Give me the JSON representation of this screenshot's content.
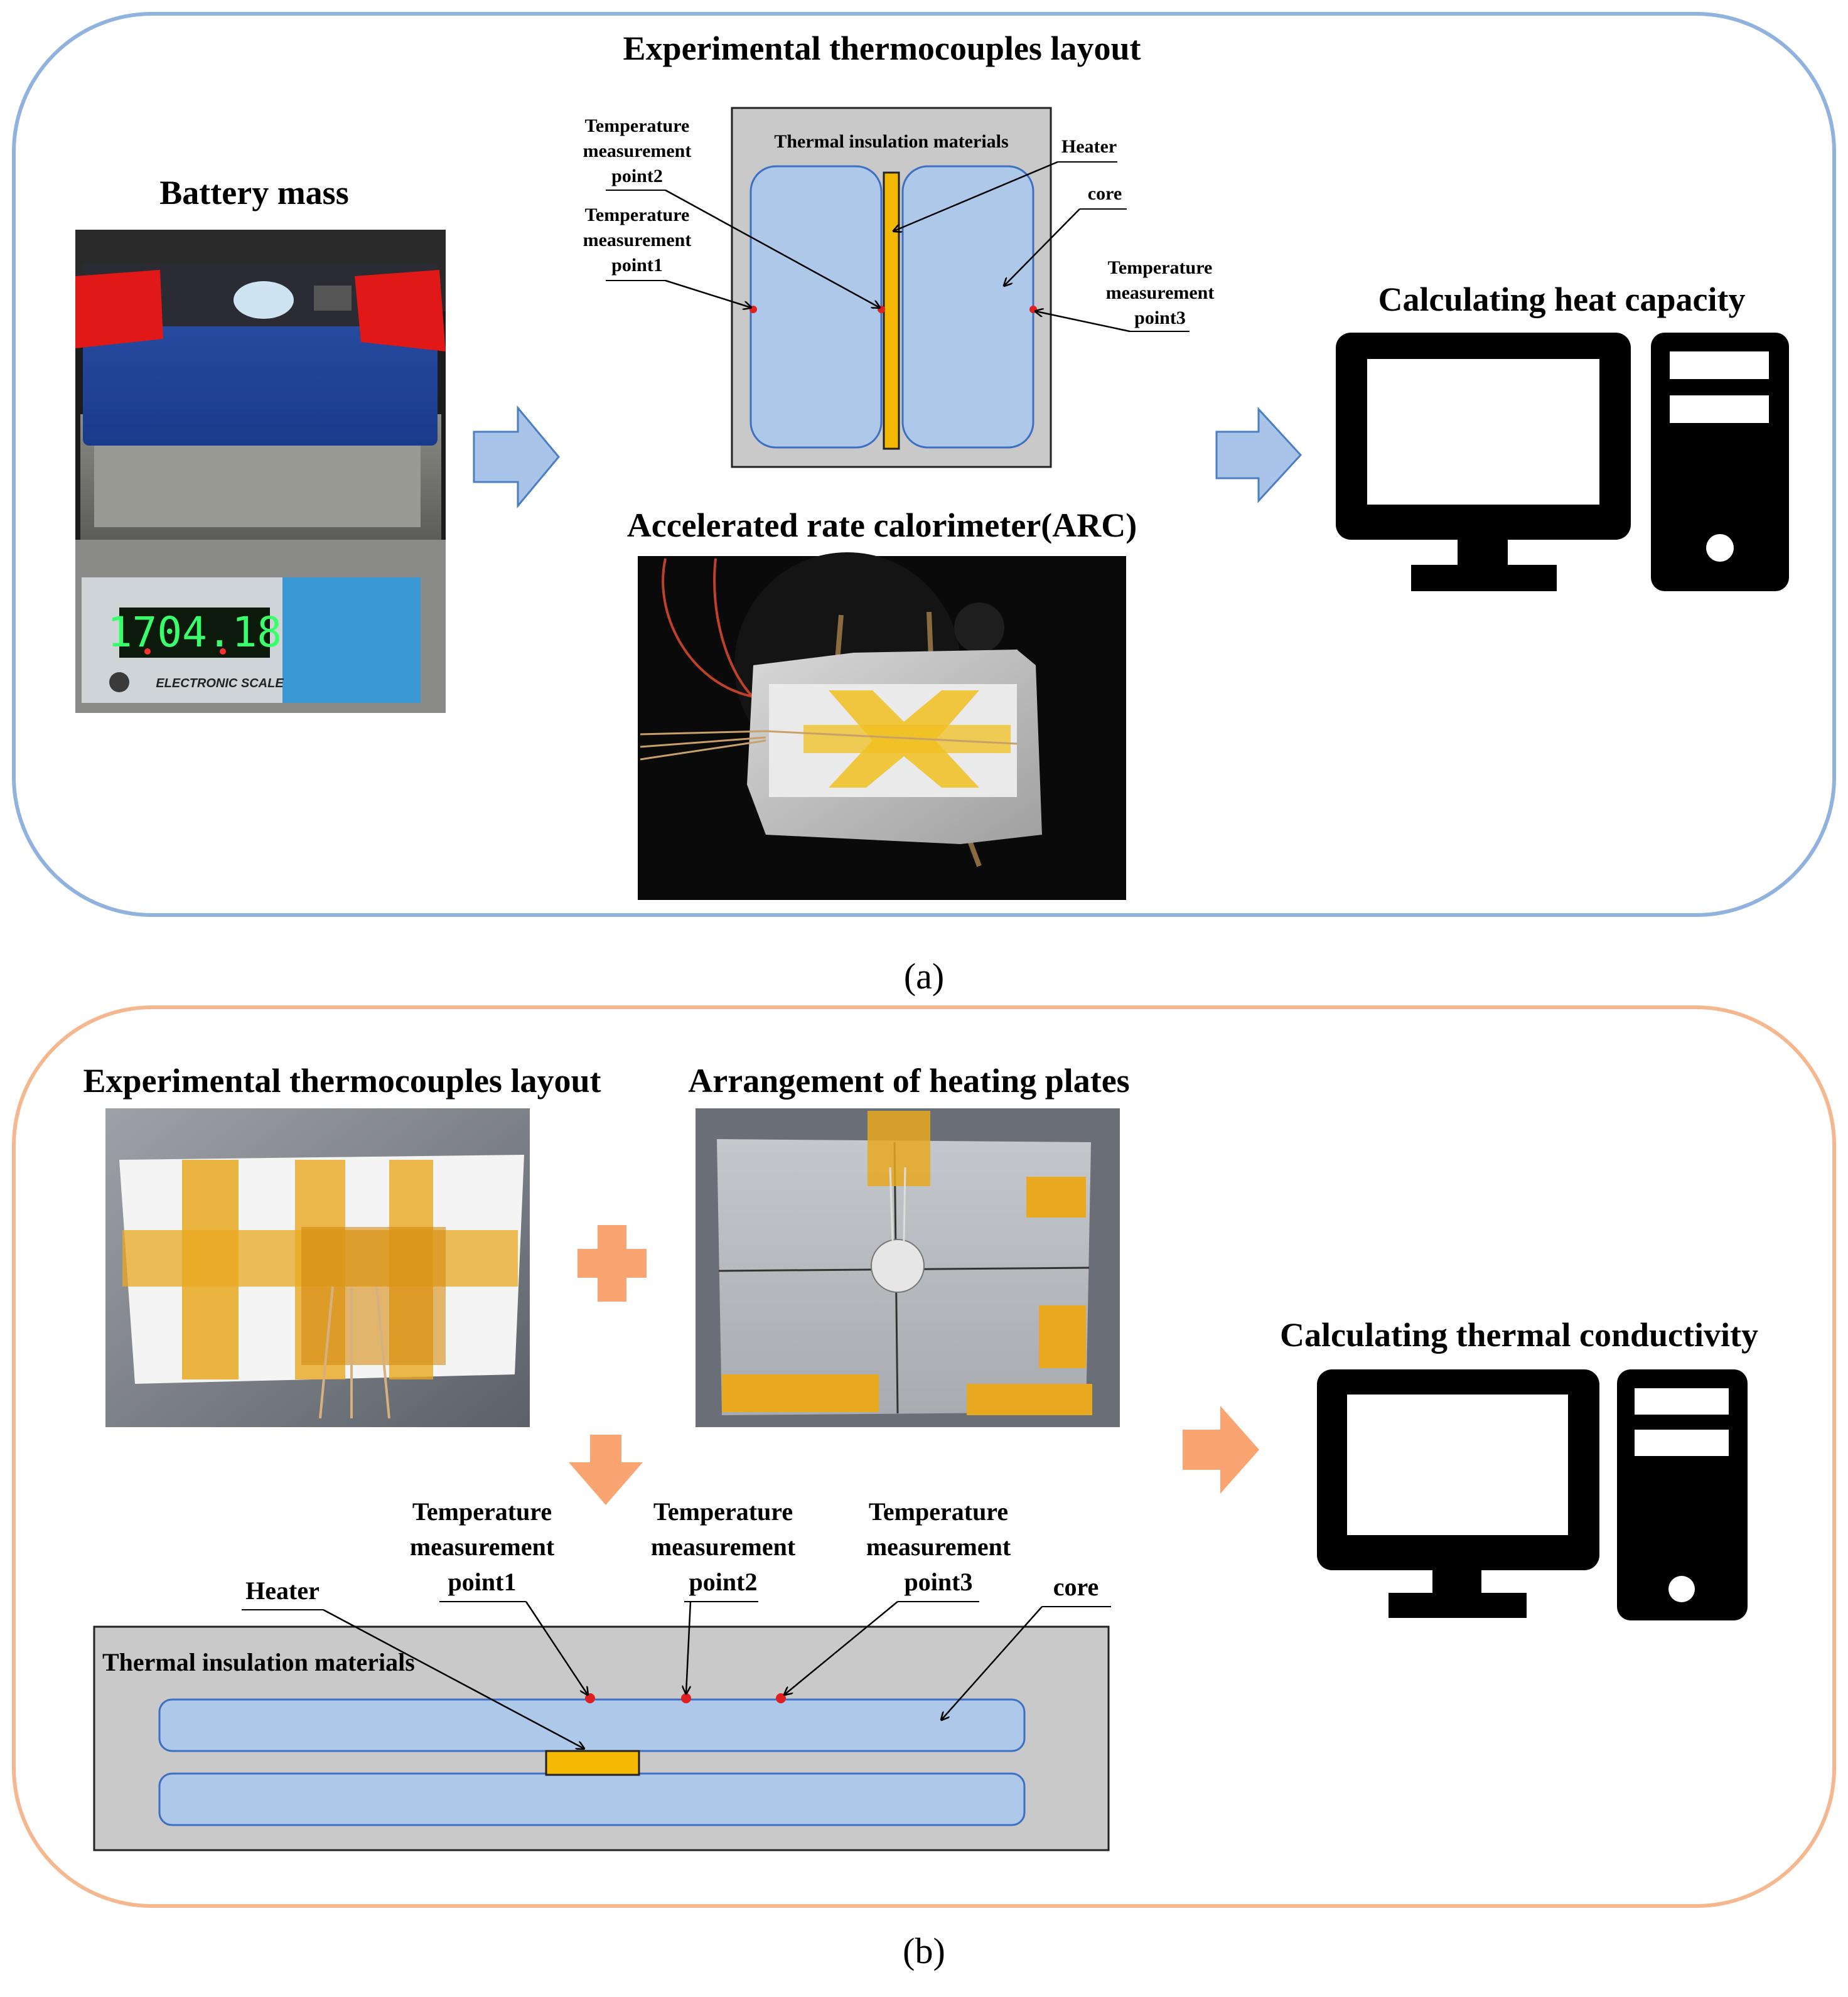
{
  "panel_a": {
    "caption": "(a)",
    "battery_mass_title": "Battery mass",
    "scale_display": "1704.18",
    "scale_brand": "ELECTRONIC SCALE",
    "layout_title": "Experimental thermocouples layout",
    "insulation_label": "Thermal insulation materials",
    "heater_label": "Heater",
    "core_label": "core",
    "tp2": [
      "Temperature",
      "measurement",
      "point2"
    ],
    "tp1": [
      "Temperature",
      "measurement",
      "point1"
    ],
    "tp3": [
      "Temperature",
      "measurement",
      "point3"
    ],
    "arc_title": "Accelerated rate calorimeter(ARC)",
    "result_title": "Calculating heat capacity"
  },
  "panel_b": {
    "caption": "(b)",
    "layout_title": "Experimental thermocouples layout",
    "plates_title": "Arrangement of heating plates",
    "result_title": "Calculating thermal conductivity",
    "heater_label": "Heater",
    "core_label": "core",
    "insulation_label": "Thermal insulation materials",
    "tp1": [
      "Temperature",
      "measurement",
      "point1"
    ],
    "tp2": [
      "Temperature",
      "measurement",
      "point2"
    ],
    "tp3": [
      "Temperature",
      "measurement",
      "point3"
    ]
  },
  "colors": {
    "panel_a_border": "#8fb2de",
    "panel_b_border": "#f5b78e",
    "arrow_blue_fill": "#a9c4e8",
    "arrow_blue_stroke": "#4a7fc1",
    "arrow_orange": "#f9a471",
    "core_fill": "#aec8ea",
    "core_stroke": "#3d6fc4",
    "insulation_fill": "#c9c9c9",
    "heater_fill": "#f5b800",
    "point_red": "#e02020"
  },
  "icons": [
    "computer-monitor-icon",
    "computer-tower-icon",
    "plus-icon"
  ]
}
